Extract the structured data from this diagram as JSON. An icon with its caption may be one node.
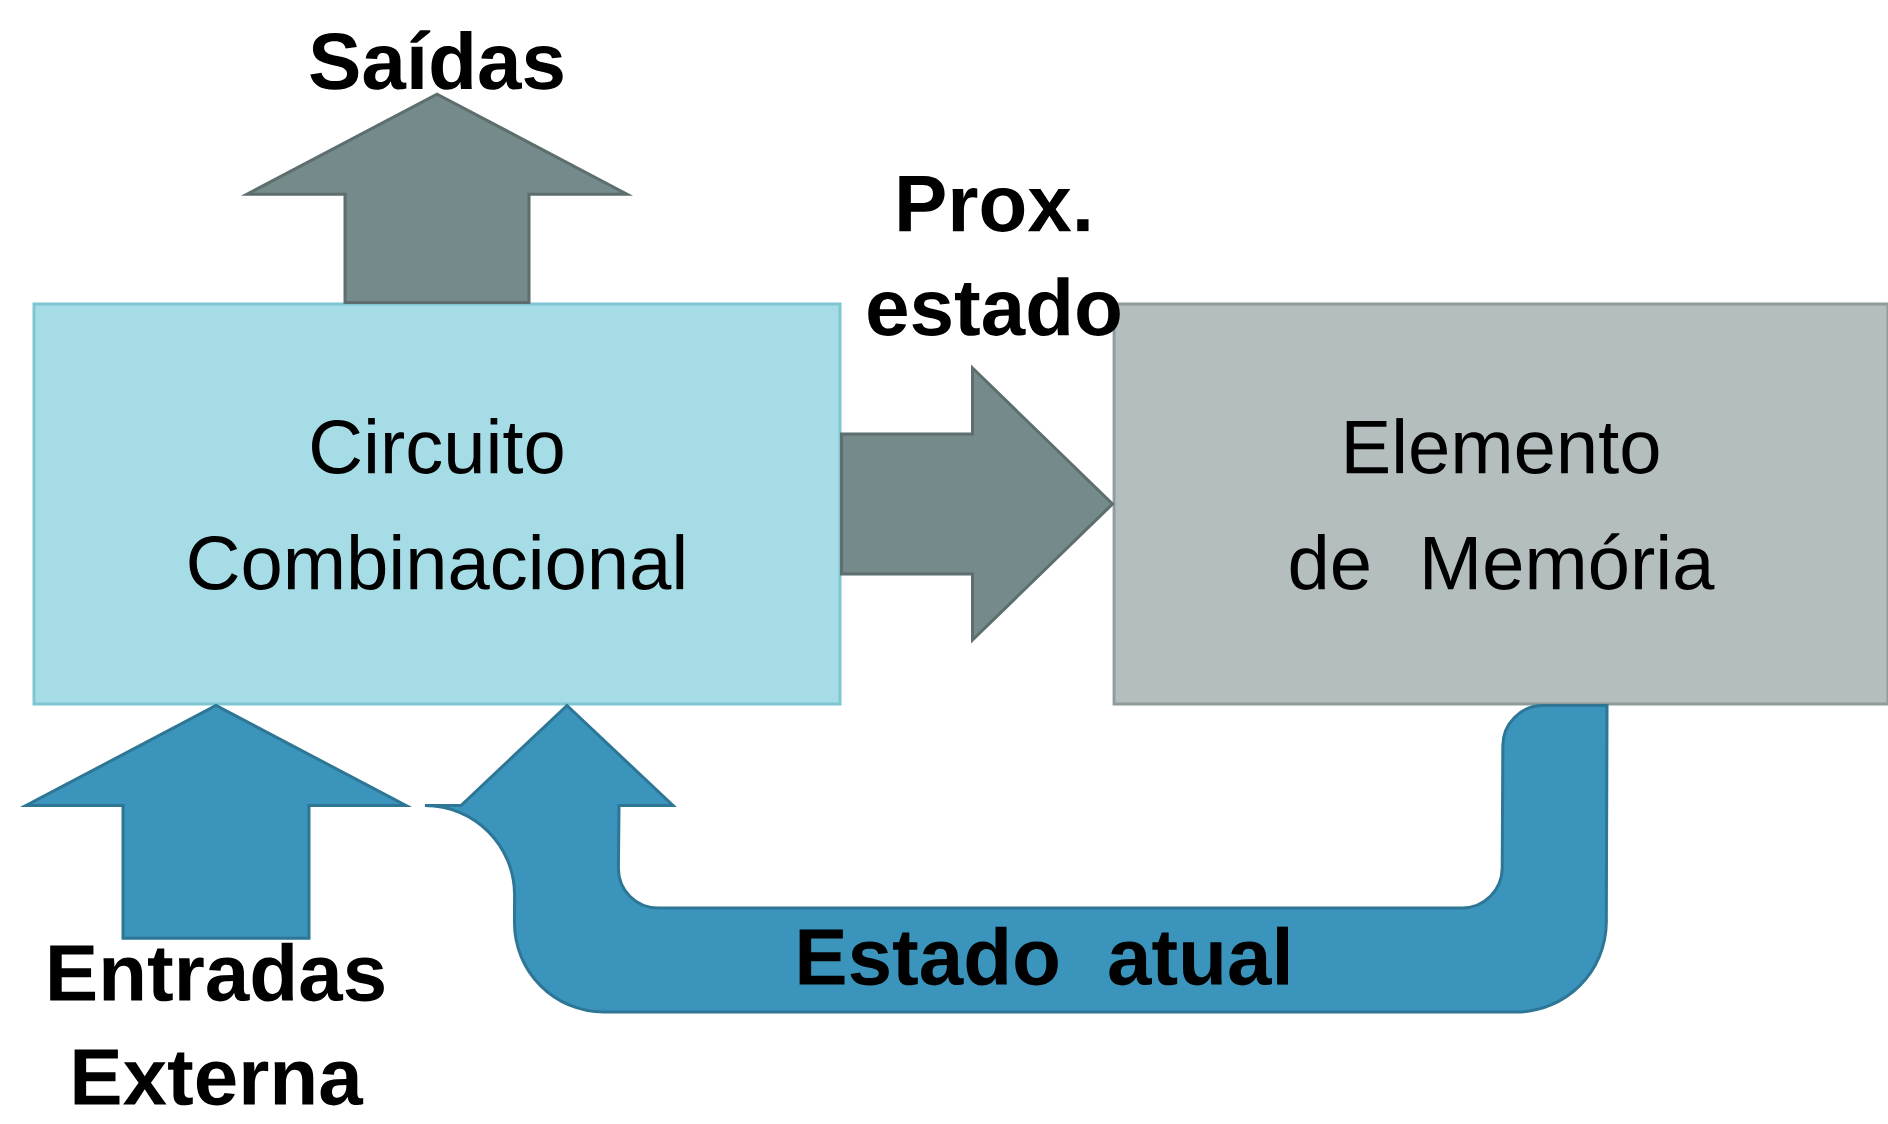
{
  "diagram": {
    "nodes": [
      {
        "text": [
          "Circuito Combinacional"
        ]
      },
      {
        "text": [
          "Elemento de Memória"
        ]
      },
      {
        "text": [
          "Saídas"
        ]
      },
      {
        "text": [
          "Entradas Externa"
        ]
      }
    ],
    "edges": [
      {
        "from": 0,
        "to": 2,
        "arrow": "to",
        "style": "thick",
        "color": "#758a8a"
      },
      {
        "from": 3,
        "to": 0,
        "arrow": "to",
        "style": "thick",
        "color": "#3a94bb"
      },
      {
        "from": 0,
        "to": 1,
        "arrow": "to",
        "label": "Prox. estado",
        "style": "thick",
        "color": "#758a8a"
      },
      {
        "from": 1,
        "to": 0,
        "arrow": "to",
        "label": "Estado atual",
        "style": "thick",
        "color": "#3a94bb"
      }
    ]
  }
}
